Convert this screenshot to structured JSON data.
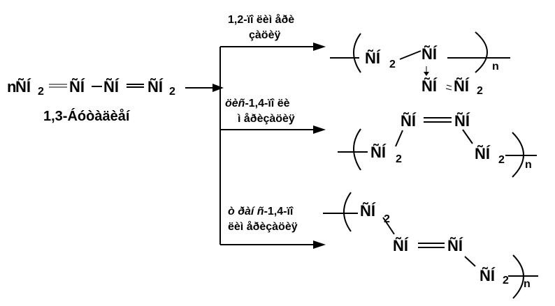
{
  "monomer": {
    "n": "n",
    "g1": "ÑÍ",
    "s1": "2",
    "g2": "ÑÍ",
    "g3": "ÑÍ",
    "g4": "ÑÍ",
    "s4": "2",
    "name": "1,3-Áóòàäèåí"
  },
  "reactions": {
    "r1": {
      "line1": "1,2-ïî ëèì åðè",
      "line2": "çàöèÿ"
    },
    "r2": {
      "line1_italic": "öèñ",
      "line1_rest": "-1,4-ïî ëè",
      "line2": "ì åðèçàöèÿ"
    },
    "r3": {
      "line1_italic": "ò ðàí ñ",
      "line1_rest": "-1,4-ïî",
      "line2": "ëèì åðèçàöèÿ"
    }
  },
  "product1": {
    "g1": "ÑÍ",
    "s1": "2",
    "g2": "ÑÍ",
    "g3": "ÑÍ",
    "g4": "ÑÍ",
    "s4": "2",
    "n": "n"
  },
  "product2": {
    "g1": "ÑÍ",
    "s1": "2",
    "g2": "ÑÍ",
    "g3": "ÑÍ",
    "g4": "ÑÍ",
    "s4": "2",
    "n": "n"
  },
  "product3": {
    "g1": "ÑÍ",
    "s1": "2",
    "g2": "ÑÍ",
    "g3": "ÑÍ",
    "g4": "ÑÍ",
    "s4": "2",
    "n": "n"
  }
}
